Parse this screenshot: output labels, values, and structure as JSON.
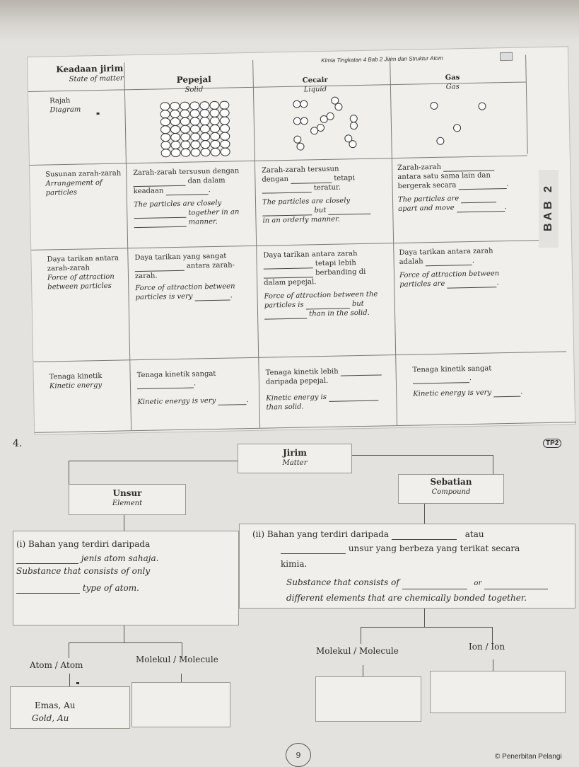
{
  "header": {
    "chapter": "Kimia Tingkatan 4  Bab 2  Jirim dan Struktur Atom",
    "bab_tab": "BAB 2"
  },
  "table": {
    "col1": {
      "ms": "Keadaan jirim",
      "en": "State of matter"
    },
    "solid": {
      "ms": "Pepejal",
      "en": "Solid"
    },
    "liquid": {
      "ms": "Cecair",
      "en": "Liquid"
    },
    "gas": {
      "ms": "Gas",
      "en": "Gas"
    },
    "diagram": {
      "ms": "Rajah",
      "en": "Diagram"
    },
    "arrangement": {
      "label_ms": "Susunan zarah-zarah",
      "label_en": "Arrangement of particles",
      "solid_ms1": "Zarah-zarah tersusun dengan",
      "solid_ms2": "dan dalam",
      "solid_ms3": "keadaan",
      "solid_en1": "The particles are closely",
      "solid_en2": "together in an",
      "solid_en3": "manner.",
      "liquid_ms1": "Zarah-zarah tersusun",
      "liquid_ms2": "dengan",
      "liquid_ms3": "tetapi",
      "liquid_ms4": "teratur.",
      "liquid_en1": "The particles are closely",
      "liquid_en2": "but",
      "liquid_en3": "in an orderly manner.",
      "gas_ms1": "Zarah-zarah",
      "gas_ms2": "antara satu sama lain dan",
      "gas_ms3": "bergerak secara",
      "gas_en1": "The particles are",
      "gas_en2": "apart and move"
    },
    "force": {
      "label_ms": "Daya tarikan antara zarah-zarah",
      "label_en": "Force of attraction between particles",
      "solid_ms1": "Daya tarikan yang sangat",
      "solid_ms2": "antara zarah-",
      "solid_ms3": "zarah.",
      "solid_en": "Force of attraction between particles is very",
      "liquid_ms1": "Daya tarikan antara zarah",
      "liquid_ms2": "tetapi lebih",
      "liquid_ms3": "berbanding di",
      "liquid_ms4": "dalam pepejal.",
      "liquid_en1": "Force of attraction between the",
      "liquid_en2": "particles is",
      "liquid_en3": "but",
      "liquid_en4": "than in the solid.",
      "gas_ms1": "Daya tarikan antara zarah",
      "gas_ms2": "adalah",
      "gas_en1": "Force of attraction between",
      "gas_en2": "particles are"
    },
    "kinetic": {
      "label_ms": "Tenaga kinetik",
      "label_en": "Kinetic energy",
      "solid_ms": "Tenaga kinetik sangat",
      "solid_en": "Kinetic energy is very",
      "liquid_ms1": "Tenaga kinetik lebih",
      "liquid_ms2": "daripada pepejal.",
      "liquid_en1": "Kinetic energy is",
      "liquid_en2": "than solid.",
      "gas_ms": "Tenaga kinetik sangat",
      "gas_en": "Kinetic energy is very"
    }
  },
  "question_number": "4.",
  "tp_badge": "TP2",
  "concept_map": {
    "matter_ms": "Jirim",
    "matter_en": "Matter",
    "element_ms": "Unsur",
    "element_en": "Element",
    "compound_ms": "Sebatian",
    "compound_en": "Compound",
    "element_def_ms1": "(i)  Bahan  yang  terdiri  daripada",
    "element_def_ms2": "jenis atom sahaja.",
    "element_def_en1": "Substance  that  consists  of  only",
    "element_def_en2": "type of atom.",
    "compound_def_ms1": "(ii)  Bahan  yang  terdiri  daripada",
    "compound_def_ms1b": "atau",
    "compound_def_ms2": "unsur yang berbeza yang terikat secara",
    "compound_def_ms3": "kimia.",
    "compound_def_en1": "Substance that consists of",
    "compound_def_en1b": "or",
    "compound_def_en2": "different elements that are chemically bonded together.",
    "atom": "Atom / Atom",
    "molecule_left": "Molekul / Molecule",
    "molecule_right": "Molekul / Molecule",
    "ion": "Ion / Ion",
    "example_ms": "Emas, Au",
    "example_en": "Gold, Au"
  },
  "footer": {
    "page_number": "9",
    "publisher": "© Penerbitan Pelangi"
  }
}
